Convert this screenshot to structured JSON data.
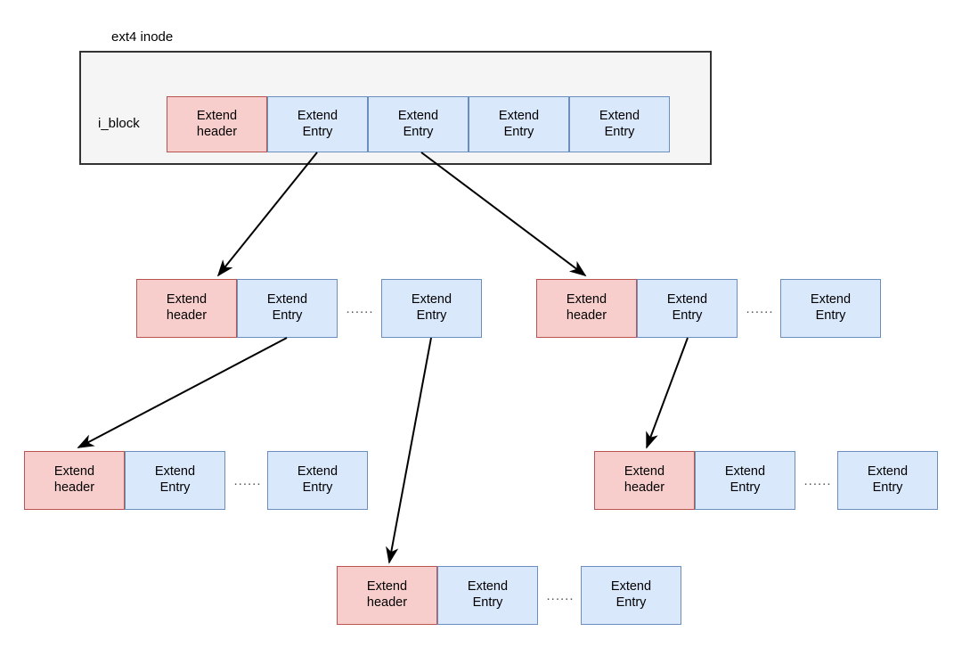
{
  "diagram": {
    "title": "ext4 inode",
    "inode_label": "i_block",
    "ellipsis_text": "......",
    "colors": {
      "header_fill": "#f8cecc",
      "header_stroke": "#b85450",
      "entry_fill": "#dae8fc",
      "entry_stroke": "#6c8ebf",
      "container_fill": "#f5f5f5",
      "container_stroke": "#333333",
      "arrow_stroke": "#000000",
      "background": "#ffffff"
    },
    "labels": {
      "header_line1": "Extend",
      "header_line2": "header",
      "entry_line1": "Extend",
      "entry_line2": "Entry"
    },
    "nodes": [
      {
        "id": "inode-root",
        "row": 0,
        "kind": "inode-block",
        "cells": [
          {
            "type": "header",
            "line1": "Extend",
            "line2": "header"
          },
          {
            "type": "entry",
            "line1": "Extend",
            "line2": "Entry"
          },
          {
            "type": "entry",
            "line1": "Extend",
            "line2": "Entry"
          },
          {
            "type": "entry",
            "line1": "Extend",
            "line2": "Entry"
          },
          {
            "type": "entry",
            "line1": "Extend",
            "line2": "Entry"
          }
        ]
      },
      {
        "id": "level1-left",
        "row": 1,
        "kind": "extent-block",
        "cells": [
          {
            "type": "header",
            "line1": "Extend",
            "line2": "header"
          },
          {
            "type": "entry",
            "line1": "Extend",
            "line2": "Entry"
          }
        ],
        "ellipsis": true,
        "tail": {
          "type": "entry",
          "line1": "Extend",
          "line2": "Entry"
        }
      },
      {
        "id": "level1-right",
        "row": 1,
        "kind": "extent-block",
        "cells": [
          {
            "type": "header",
            "line1": "Extend",
            "line2": "header"
          },
          {
            "type": "entry",
            "line1": "Extend",
            "line2": "Entry"
          }
        ],
        "ellipsis": true,
        "tail": {
          "type": "entry",
          "line1": "Extend",
          "line2": "Entry"
        }
      },
      {
        "id": "level2-left",
        "row": 2,
        "kind": "extent-block",
        "cells": [
          {
            "type": "header",
            "line1": "Extend",
            "line2": "header"
          },
          {
            "type": "entry",
            "line1": "Extend",
            "line2": "Entry"
          }
        ],
        "ellipsis": true,
        "tail": {
          "type": "entry",
          "line1": "Extend",
          "line2": "Entry"
        }
      },
      {
        "id": "level2-right",
        "row": 2,
        "kind": "extent-block",
        "cells": [
          {
            "type": "header",
            "line1": "Extend",
            "line2": "header"
          },
          {
            "type": "entry",
            "line1": "Extend",
            "line2": "Entry"
          }
        ],
        "ellipsis": true,
        "tail": {
          "type": "entry",
          "line1": "Extend",
          "line2": "Entry"
        }
      },
      {
        "id": "level3-center",
        "row": 3,
        "kind": "extent-block",
        "cells": [
          {
            "type": "header",
            "line1": "Extend",
            "line2": "header"
          },
          {
            "type": "entry",
            "line1": "Extend",
            "line2": "Entry"
          }
        ],
        "ellipsis": true,
        "tail": {
          "type": "entry",
          "line1": "Extend",
          "line2": "Entry"
        }
      }
    ],
    "edges": [
      {
        "from": "inode-root.entry1",
        "to": "level1-left.header"
      },
      {
        "from": "inode-root.entry2",
        "to": "level1-right.header"
      },
      {
        "from": "level1-left.entry1",
        "to": "level2-left.header"
      },
      {
        "from": "level1-left.tail-entry",
        "to": "level3-center.header"
      },
      {
        "from": "level1-right.entry1",
        "to": "level2-right.header"
      }
    ]
  }
}
